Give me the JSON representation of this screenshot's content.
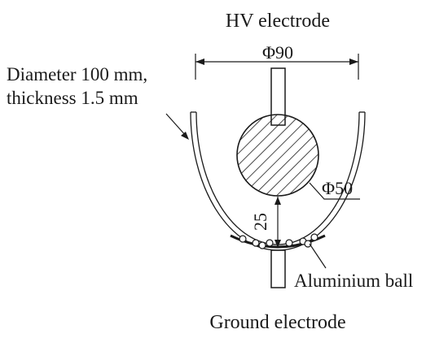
{
  "labels": {
    "hv_electrode": "HV electrode",
    "ground_electrode": "Ground electrode",
    "outer_diameter": "Φ90",
    "ball_diameter": "Φ50",
    "gap_distance": "25",
    "dish_line1": "Diameter 100 mm,",
    "dish_line2": "thickness 1.5 mm",
    "aluminium_ball": "Aluminium ball"
  },
  "particles": {
    "count": 8
  },
  "colors": {
    "stroke": "#1a1a1a",
    "fill": "#ffffff"
  }
}
